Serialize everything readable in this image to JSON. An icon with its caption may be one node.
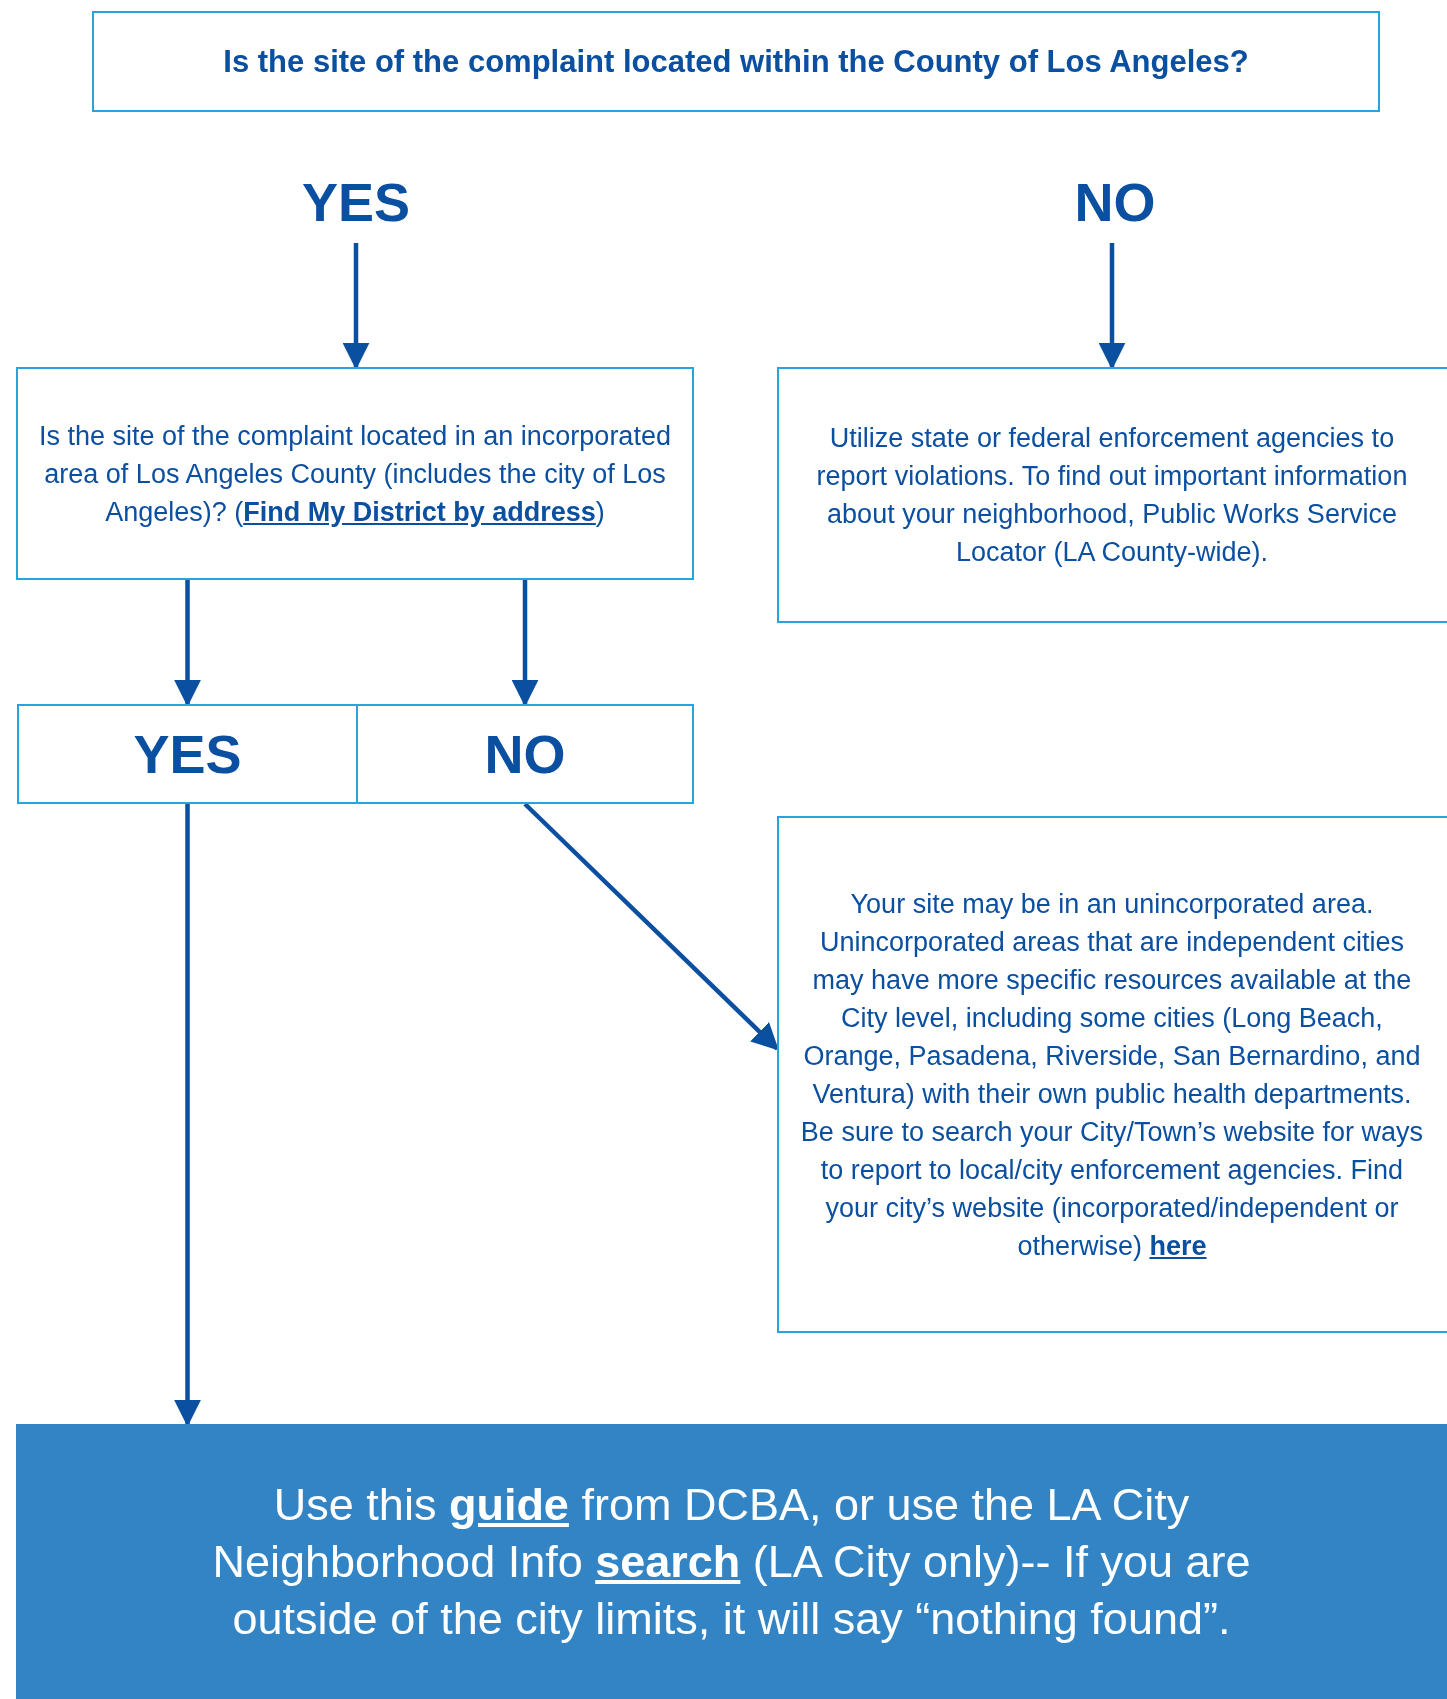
{
  "diagram": {
    "nodes": [
      {
        "text": [
          "Is the site of the complaint located within the County of Los Angeles?"
        ]
      },
      {
        "text": [
          "YES"
        ]
      },
      {
        "text": [
          "NO"
        ]
      },
      {
        "text": [
          "Is the site of the complaint located in an incorporated area of Los Angeles County (includes the city of Los Angeles)? (**Find My District by address**)"
        ]
      },
      {
        "text": [
          "Utilize state or federal enforcement agencies to report violations. To find out important information about your neighborhood, Public Works Service Locator (LA County-wide)."
        ]
      },
      {
        "text": [
          "YES"
        ]
      },
      {
        "text": [
          "NO"
        ]
      },
      {
        "text": [
          "Your site may be in an unincorporated area. Unincorporated areas that are independent cities may have more specific resources available at the City level, including some cities (Long Beach, Orange, Pasadena, Riverside, San Bernardino, and Ventura) with their own public health departments. Be sure to search your City/Town’s website for ways to report to local/city enforcement agencies. Find your city’s website (incorporated/independent or otherwise) **here**"
        ]
      },
      {
        "text": [
          "Use this **guide** from DCBA, or use the LA City Neighborhood Info **search** (LA City only)-- If you are outside of the city limits, it will say “nothing found”."
        ]
      }
    ],
    "edges": [
      {
        "from": 1,
        "to": 3,
        "arrow": "to"
      },
      {
        "from": 2,
        "to": 4,
        "arrow": "to"
      },
      {
        "from": 3,
        "to": 5,
        "arrow": "to"
      },
      {
        "from": 3,
        "to": 6,
        "arrow": "to"
      },
      {
        "from": 6,
        "to": 7,
        "arrow": "to"
      },
      {
        "from": 5,
        "to": 8,
        "arrow": "to"
      }
    ]
  }
}
